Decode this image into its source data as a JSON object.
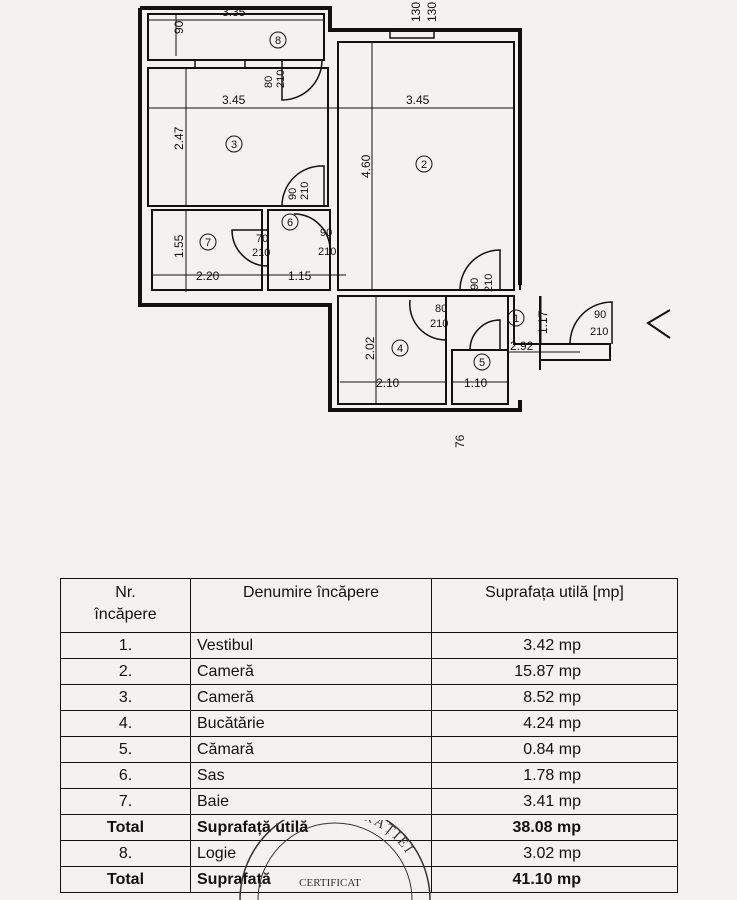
{
  "plan": {
    "dimensions": {
      "d_335": "3.35",
      "d_90_top": "90",
      "d_345_left": "3.45",
      "d_345_right": "3.45",
      "d_247": "2.47",
      "d_460": "4.60",
      "d_155": "1.55",
      "d_220": "2.20",
      "d_115": "1.15",
      "d_202": "2.02",
      "d_210_kitchen": "2.10",
      "d_110": "1.10",
      "d_117": "1.17",
      "d_292": "2.92",
      "d_76": "76",
      "d_130_a": "130",
      "d_130_b": "130"
    },
    "doors": {
      "door8": [
        "80",
        "210"
      ],
      "door6_top": [
        "90",
        "210"
      ],
      "door7": [
        "70",
        "210"
      ],
      "door6_right": [
        "90",
        "210"
      ],
      "door2": [
        "90",
        "210"
      ],
      "door4": [
        "80",
        "210"
      ],
      "door_entry": [
        "90",
        "210"
      ]
    },
    "room_numbers": {
      "r1": "1",
      "r2": "2",
      "r3": "3",
      "r4": "4",
      "r5": "5",
      "r6": "6",
      "r7": "7",
      "r8": "8"
    }
  },
  "table": {
    "headers": [
      "Nr.\nîncăpere",
      "Denumire încăpere",
      "Suprafața utilă [mp]"
    ],
    "rows": [
      {
        "nr": "1.",
        "name": "Vestibul",
        "area": "3.42 mp",
        "total": false
      },
      {
        "nr": "2.",
        "name": "Cameră",
        "area": "15.87 mp",
        "total": false
      },
      {
        "nr": "3.",
        "name": "Cameră",
        "area": "8.52 mp",
        "total": false
      },
      {
        "nr": "4.",
        "name": "Bucătărie",
        "area": "4.24 mp",
        "total": false
      },
      {
        "nr": "5.",
        "name": "Cămară",
        "area": "0.84 mp",
        "total": false
      },
      {
        "nr": "6.",
        "name": "Sas",
        "area": "1.78 mp",
        "total": false
      },
      {
        "nr": "7.",
        "name": "Baie",
        "area": "3.41 mp",
        "total": false
      },
      {
        "nr": "Total",
        "name": "Suprafață utilă",
        "area": "38.08 mp",
        "total": true
      },
      {
        "nr": "8.",
        "name": "Logie",
        "area": "3.02 mp",
        "total": false
      },
      {
        "nr": "Total",
        "name": "Suprafață",
        "area": "41.10 mp",
        "total": true
      }
    ]
  },
  "stamp": {
    "arc_text": "MINISTRAȚIEI",
    "inner_text": "CERTIFICAT"
  }
}
